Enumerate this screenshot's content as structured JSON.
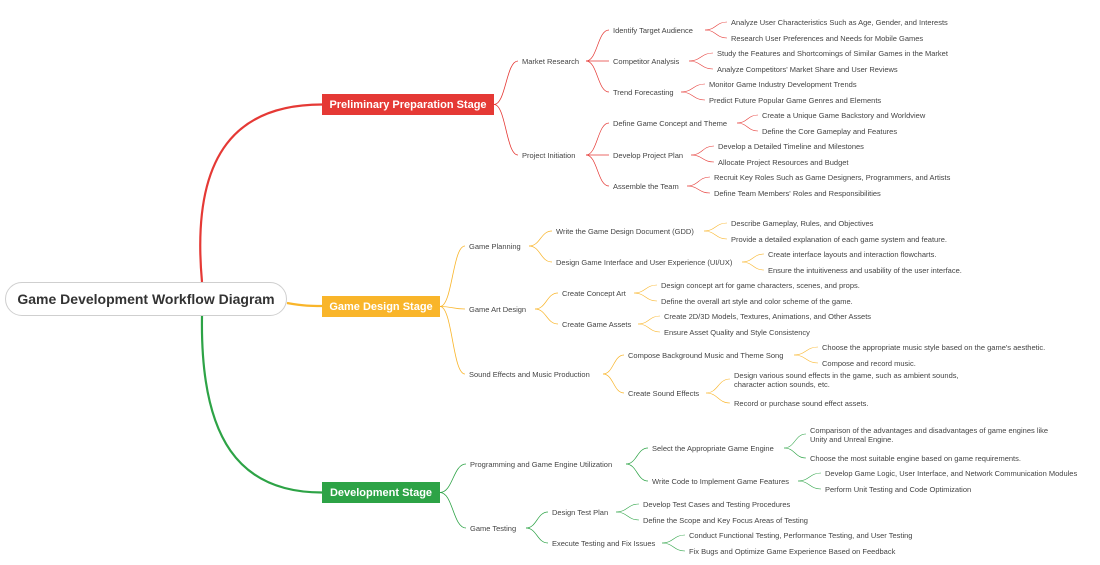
{
  "root": {
    "title": "Game Development Workflow Diagram"
  },
  "colors": {
    "red": "#e53935",
    "yellow": "#f9b52a",
    "green": "#2da346",
    "grey_line": "#b9b9b9"
  },
  "stages": [
    {
      "name": "Preliminary Preparation Stage",
      "color": "#e53935",
      "branches": [
        {
          "label": "Market Research",
          "items": [
            {
              "label": "Identify Target Audience",
              "details": [
                "Analyze User Characteristics Such as Age, Gender, and Interests",
                "Research User Preferences and Needs for Mobile Games"
              ]
            },
            {
              "label": "Competitor Analysis",
              "details": [
                "Study the Features and Shortcomings of Similar Games in the Market",
                "Analyze Competitors' Market Share and User Reviews"
              ]
            },
            {
              "label": "Trend Forecasting",
              "details": [
                "Monitor Game Industry Development Trends",
                "Predict Future Popular Game Genres and Elements"
              ]
            }
          ]
        },
        {
          "label": "Project Initiation",
          "items": [
            {
              "label": "Define Game Concept and Theme",
              "details": [
                "Create a Unique Game Backstory and Worldview",
                "Define the Core Gameplay and Features"
              ]
            },
            {
              "label": "Develop Project Plan",
              "details": [
                "Develop a Detailed Timeline and Milestones",
                "Allocate Project Resources and Budget"
              ]
            },
            {
              "label": "Assemble the Team",
              "details": [
                "Recruit Key Roles Such as Game Designers, Programmers, and Artists",
                "Define Team Members' Roles and Responsibilities"
              ]
            }
          ]
        }
      ]
    },
    {
      "name": "Game Design Stage",
      "color": "#f9b52a",
      "branches": [
        {
          "label": "Game Planning",
          "items": [
            {
              "label": "Write the Game Design Document (GDD)",
              "details": [
                "Describe Gameplay, Rules, and Objectives",
                "Provide a detailed explanation of each game system and feature."
              ]
            },
            {
              "label": "Design Game Interface and User Experience (UI/UX)",
              "details": [
                "Create interface layouts and interaction flowcharts.",
                "Ensure the intuitiveness and usability of the user interface."
              ]
            }
          ]
        },
        {
          "label": "Game Art Design",
          "items": [
            {
              "label": "Create Concept Art",
              "details": [
                "Design concept art for game characters, scenes, and props.",
                "Define the overall art style and color scheme of the game."
              ]
            },
            {
              "label": "Create Game Assets",
              "details": [
                "Create 2D/3D Models, Textures, Animations, and Other Assets",
                "Ensure Asset Quality and Style Consistency"
              ]
            }
          ]
        },
        {
          "label": "Sound Effects and Music Production",
          "items": [
            {
              "label": "Compose Background Music and Theme Song",
              "details": [
                "Choose the appropriate music style based on the game's aesthetic.",
                "Compose and record music."
              ]
            },
            {
              "label": "Create Sound Effects",
              "details": [
                "Design various sound effects in the game, such as ambient sounds, character action sounds, etc.",
                "Record or purchase sound effect assets."
              ]
            }
          ]
        }
      ]
    },
    {
      "name": "Development Stage",
      "color": "#2da346",
      "branches": [
        {
          "label": "Programming and Game Engine Utilization",
          "items": [
            {
              "label": "Select the Appropriate Game Engine",
              "details": [
                "Comparison of the advantages and disadvantages of game engines like Unity and Unreal Engine.",
                "Choose the most suitable engine based on game requirements."
              ]
            },
            {
              "label": "Write Code to Implement Game Features",
              "details": [
                "Develop Game Logic, User Interface, and Network Communication Modules",
                "Perform Unit Testing and Code Optimization"
              ]
            }
          ]
        },
        {
          "label": "Game Testing",
          "items": [
            {
              "label": "Design Test Plan",
              "details": [
                "Develop Test Cases and Testing Procedures",
                "Define the Scope and Key Focus Areas of Testing"
              ]
            },
            {
              "label": "Execute Testing and Fix Issues",
              "details": [
                "Conduct Functional Testing, Performance Testing, and User Testing",
                "Fix Bugs and Optimize Game Experience Based on Feedback"
              ]
            }
          ]
        }
      ]
    }
  ]
}
